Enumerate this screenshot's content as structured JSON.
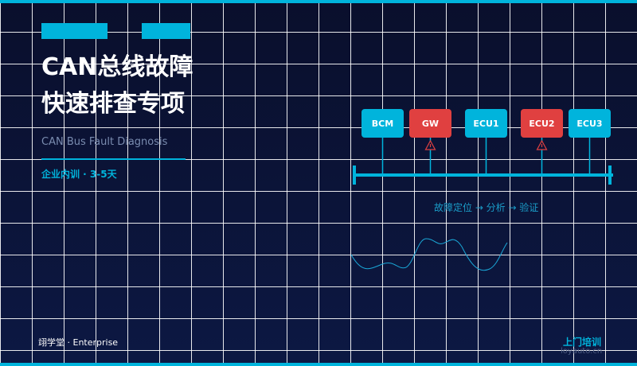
{
  "title_line1": "CAN总线故障",
  "title_line2": "快速排查专项",
  "subtitle": "CAN Bus Fault Diagnosis",
  "tagline": "企业内训 · 3-5天",
  "nodes": [
    {
      "label": "BCM",
      "status": "ok"
    },
    {
      "label": "GW",
      "status": "fault"
    },
    {
      "label": "ECU1",
      "status": "ok"
    },
    {
      "label": "ECU2",
      "status": "fault"
    },
    {
      "label": "ECU3",
      "status": "ok"
    }
  ],
  "flow": "故障定位 → 分析 → 验证",
  "footer": {
    "brand": "翊学堂 · Enterprise",
    "cta": "上门培训",
    "url": "loyauto.cn"
  },
  "colors": {
    "accent": "#00b4dc",
    "fault": "#e04040",
    "background": "#0b1438"
  }
}
